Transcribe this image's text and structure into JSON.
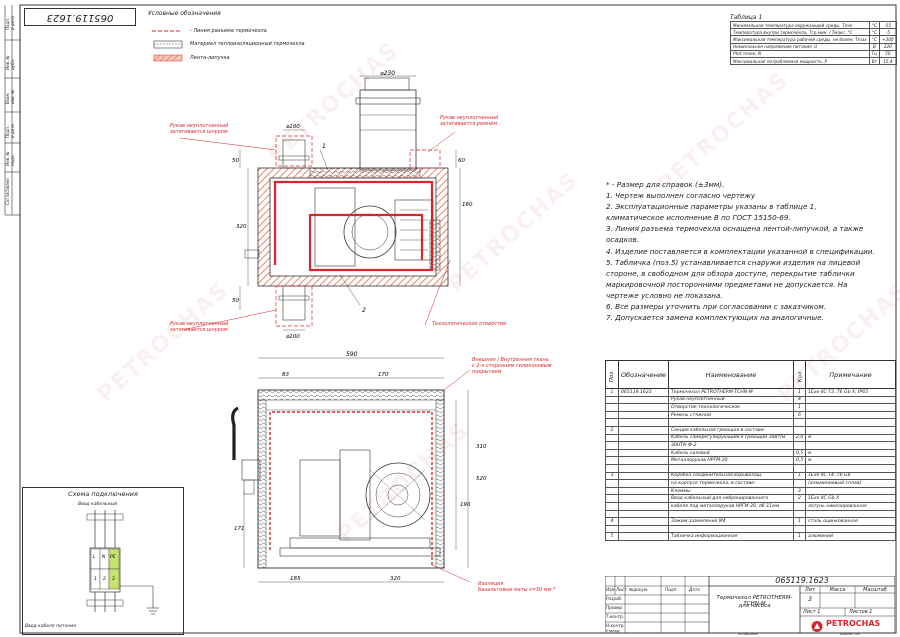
{
  "doc_number_stamp": "065119.1623",
  "legend": {
    "title": "Условные обозначения",
    "items": [
      {
        "text": "- Линия разъема термочехла"
      },
      {
        "text": "Материал теплоизоляционный термочехла"
      },
      {
        "text": "Лента-липучка"
      }
    ]
  },
  "side_stamp": [
    "Подп. и дата",
    "Инв. № дубл.",
    "Взам. инв. №",
    "Подп. и дата",
    "Инв. № подл.",
    "Согласовано"
  ],
  "table1": {
    "title": "Таблица 1",
    "rows": [
      {
        "param": "Минимальная температура окружающей среды, Tmin",
        "unit": "°C",
        "value": "-55"
      },
      {
        "param": "Температура внутри термочехла, Тгр.мин. / Тмакс. °C",
        "unit": "°C",
        "value": "-5"
      },
      {
        "param": "Максимальная температура рабочей среды, не более, Tmax",
        "unit": "°C",
        "value": "+300"
      },
      {
        "param": "Номинальное напряжение питания, U",
        "unit": "В",
        "value": "220"
      },
      {
        "param": "Ptot точек, N",
        "unit": "Гц",
        "value": "50"
      },
      {
        "param": "Максимальная потребляемая мощность, P",
        "unit": "Вт",
        "value": "15,4"
      }
    ]
  },
  "top_view_labels": {
    "dim_230": "⌀230",
    "dim_100_top": "⌀100",
    "dim_100_bottom": "⌀100",
    "dim_50_top": "50",
    "dim_60_right": "60",
    "dim_320_left": "320",
    "dim_160_right": "160",
    "dim_50_bottom": "50",
    "callout_1": "1",
    "callout_2": "2",
    "sleeve_left_top": "Рукав неуплотненный\nзатягивается шнуром",
    "sleeve_right_top": "Рукав неуплотненный\nзатягивается ремнём",
    "sleeve_left_bottom": "Рукав неуплотненный\nзатягивается шнуром",
    "tech_hole": "Технологическое отверстие"
  },
  "front_view_labels": {
    "dim_590": "590",
    "dim_83": "83",
    "dim_170": "170",
    "dim_310": "310",
    "dim_520": "520",
    "dim_190": "190",
    "dim_171": "171",
    "dim_185": "185",
    "dim_320": "320",
    "inner_surface": "Внешняя / Внутренняя ткань\nс 2-х сторонним силиконовым\nпокрытием",
    "insulation": "Изоляция\nБазальтовые маты s=50 мм *"
  },
  "connection_scheme": {
    "title": "Схема подключения",
    "top_label": "Ввод кабельный",
    "bottom_label": "Ввод кабеля питания",
    "terminals": [
      "L",
      "N",
      "PE",
      "1",
      "2",
      "3"
    ]
  },
  "notes": [
    "* - Размер для справок (±3мм).",
    "1. Чертеж выполнен согласно чертежу",
    "2. Эксплуатационные параметры указаны в таблице 1,",
    "климатическое исполнение В по ГОСТ 15150-69.",
    "3. Линия разъема термочехла оснащена лентой-липучкой, а также",
    "осадков.",
    "4. Изделие поставляется в комплектации указанной в спецификации.",
    "5. Табличка (поз.5) устанавливается снаружи изделия на лицевой",
    "стороне, в свободном для обзора доступе, перекрытие таблички",
    "маркировочной посторонними предметами не допускается. На",
    "чертеже условно не показана.",
    "6. Все размеры уточнить при согласовании с заказчиком.",
    "7. Допускается замена комплектующих на аналогичные."
  ],
  "spec": {
    "headers": {
      "pos": "Поз.",
      "designation": "Обозначение",
      "name": "Наименование",
      "qty": "Кол.",
      "note": "Примечание"
    },
    "rows": [
      {
        "pos": "1",
        "designation": "065119.1623",
        "name": "Термочехол PETROTHERM-TCHN-M",
        "qty": "1",
        "note": "1Exe IIC T3..T6 Gb X, IP65"
      },
      {
        "pos": "",
        "designation": "",
        "name": "Рукав неуплотненный",
        "qty": "4",
        "note": ""
      },
      {
        "pos": "",
        "designation": "",
        "name": "Отверстие технологическое",
        "qty": "1",
        "note": ""
      },
      {
        "pos": "",
        "designation": "",
        "name": "Ремень стяжной",
        "qty": "6",
        "note": ""
      },
      {
        "pos": "",
        "designation": "",
        "name": "",
        "qty": "",
        "note": ""
      },
      {
        "pos": "2",
        "designation": "",
        "name": "Секция кабельная греющая в составе:",
        "qty": "",
        "note": ""
      },
      {
        "pos": "",
        "designation": "",
        "name": "Кабель саморегулирующийся греющий 30Вт/м",
        "qty": "2,0",
        "note": "м"
      },
      {
        "pos": "",
        "designation": "",
        "name": "30НТК-Ф-2",
        "qty": "",
        "note": ""
      },
      {
        "pos": "",
        "designation": "",
        "name": "Кабель силовой",
        "qty": "0,5",
        "note": "м"
      },
      {
        "pos": "",
        "designation": "",
        "name": "Металлорукав НРГМ-20",
        "qty": "0,5",
        "note": "м"
      },
      {
        "pos": "",
        "designation": "",
        "name": "",
        "qty": "",
        "note": ""
      },
      {
        "pos": "3",
        "designation": "",
        "name": "Коробка соединительная взрывозащ.",
        "qty": "1",
        "note": "1Exe IIC T4..T6 Gb"
      },
      {
        "pos": "",
        "designation": "",
        "name": "на корпусе термочехла, в составе:",
        "qty": "",
        "note": "(алюминиевый сплав)"
      },
      {
        "pos": "",
        "designation": "",
        "name": "Клеммы",
        "qty": "3",
        "note": ""
      },
      {
        "pos": "",
        "designation": "",
        "name": "Ввод кабельный для небронированного",
        "qty": "2",
        "note": "1Exe IIC Gb X"
      },
      {
        "pos": "",
        "designation": "",
        "name": "кабеля под металлорукав НРГМ-20, d6-11мм",
        "qty": "",
        "note": "латунь никелированная"
      },
      {
        "pos": "",
        "designation": "",
        "name": "",
        "qty": "",
        "note": ""
      },
      {
        "pos": "4",
        "designation": "",
        "name": "Зажим заземления М4",
        "qty": "1",
        "note": "сталь оцинкованная"
      },
      {
        "pos": "",
        "designation": "",
        "name": "",
        "qty": "",
        "note": ""
      },
      {
        "pos": "5",
        "designation": "",
        "name": "Табличка информационная",
        "qty": "1",
        "note": "алюминий"
      }
    ]
  },
  "title_block": {
    "doc_number": "065119.1623",
    "product_line1": "Термочехол PETROTHERM-TCHN-M",
    "product_line2": "для насоса",
    "lit_header": "Лит",
    "mass_header": "Масса",
    "scale_header": "Масштаб",
    "lit_value": "3",
    "sheet": "Лист 1",
    "sheets": "Листов 1",
    "roles": [
      "Изм",
      "Лист",
      "№докум.",
      "Подп.",
      "Дата"
    ],
    "people_roles": [
      "Разраб.",
      "Провер.",
      "Т.контр.",
      "Н.контр.",
      "Утверд."
    ],
    "logo_text": "PETROCHAS",
    "bottom_left": "Копировал",
    "bottom_right": "Формат A3"
  },
  "colors": {
    "red": "#d8262b",
    "line": "#222222",
    "hatch": "#e06a4a"
  }
}
